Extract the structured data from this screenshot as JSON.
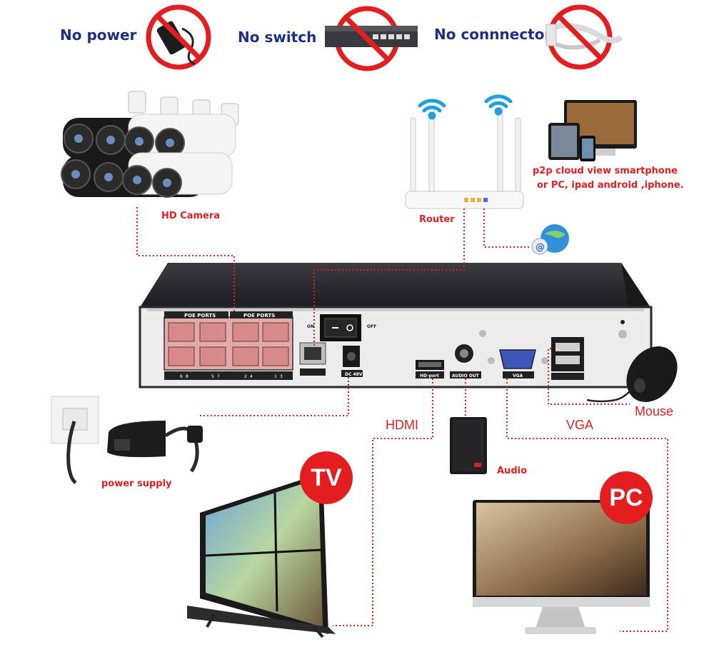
{
  "top": {
    "no_power": "No power",
    "no_switch": "No switch",
    "no_connector": "No connnector"
  },
  "labels": {
    "hd_camera": "HD Camera",
    "router": "Router",
    "p2p_line1": "p2p cloud  view smartphone",
    "p2p_line2": "or PC, ipad android ,iphone.",
    "hdmi": "HDMI",
    "vga": "VGA",
    "mouse": "Mouse",
    "audio": "Audio",
    "power_supply": "power supply",
    "tv": "TV",
    "pc": "PC"
  },
  "nvr": {
    "poe_ports_1": "POE PORTS",
    "poe_ports_2": "POE PORTS",
    "on": "ON",
    "off": "OFF",
    "dc": "DC 48V",
    "hd_port": "HD-port",
    "audio_out": "AUDIO OUT",
    "vga_port": "VGA",
    "port_numbers": [
      "6",
      "5",
      "2",
      "1",
      "8",
      "7",
      "4",
      "3"
    ]
  },
  "colors": {
    "accent_red": "#e02020",
    "title_blue": "#1f2f86",
    "nvr_body": "#2a2a2e",
    "panel": "#ececec"
  }
}
